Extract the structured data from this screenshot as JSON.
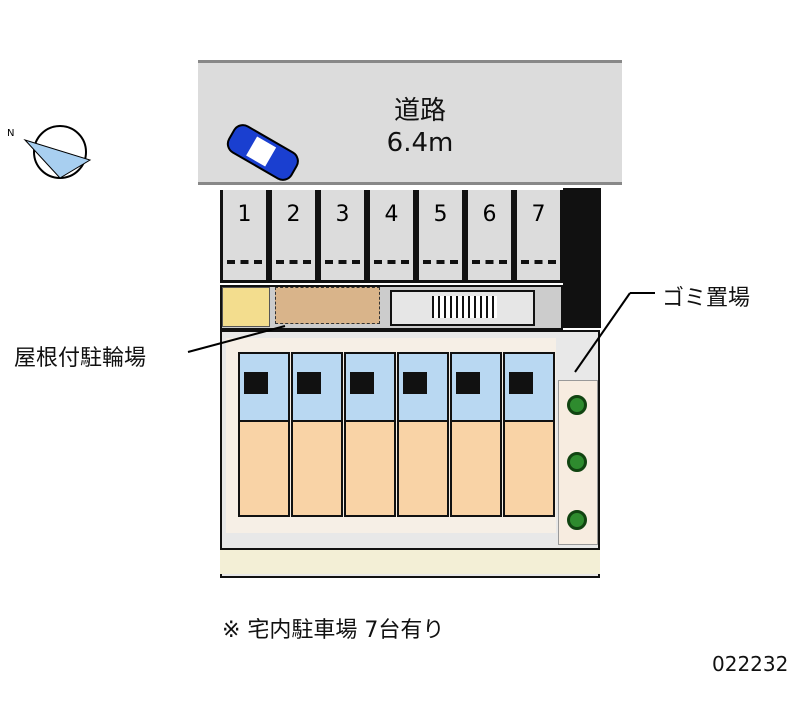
{
  "road": {
    "label": "道路",
    "width": "6.4m"
  },
  "parking": {
    "slots": [
      "1",
      "2",
      "3",
      "4",
      "5",
      "6",
      "7"
    ]
  },
  "labels": {
    "bicycle": "屋根付駐輪場",
    "garbage": "ゴミ置場"
  },
  "note": "※ 宅内駐車場 7台有り",
  "code": "022232",
  "colors": {
    "road": "#dcdcdc",
    "rooms_upper": "#b9d8f2",
    "rooms_lower": "#f9d3a6",
    "bike": "#d9b48a",
    "tree": "#2e8b2e"
  }
}
